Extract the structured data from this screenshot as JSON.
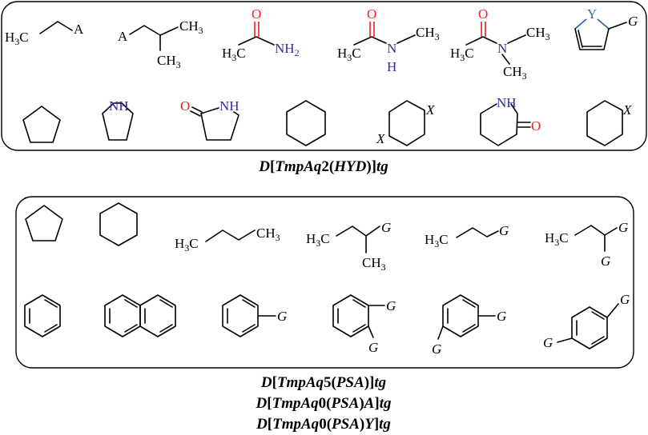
{
  "colors": {
    "black": "#000000",
    "red": "#e8201e",
    "blue": "#2b2fa0",
    "teal": "#2a6fa8"
  },
  "panel_top": {
    "row1": {
      "m1": {
        "h3c": "H",
        "h3c_sub": "3",
        "c": "C",
        "a": "A"
      },
      "m2": {
        "a": "A",
        "ch3_top": "CH",
        "ch3_top_sub": "3",
        "ch3_bot": "CH",
        "ch3_bot_sub": "3"
      },
      "m3": {
        "h3c": "H",
        "h3c_sub": "3",
        "c": "C",
        "o": "O",
        "nh2": "NH",
        "nh2_sub": "2"
      },
      "m4": {
        "h3c": "H",
        "h3c_sub": "3",
        "c": "C",
        "o": "O",
        "n": "N",
        "h": "H",
        "ch3": "CH",
        "ch3_sub": "3"
      },
      "m5": {
        "h3c": "H",
        "h3c_sub": "3",
        "c": "C",
        "o": "O",
        "n": "N",
        "ch3_right": "CH",
        "ch3_right_sub": "3",
        "ch3_down": "CH",
        "ch3_down_sub": "3"
      },
      "m6": {
        "y": "Y",
        "g": "G"
      }
    },
    "row2": {
      "pyrrolidine_nh": "NH",
      "lactam5_o": "O",
      "lactam5_nh": "NH",
      "x_top": "X",
      "x_bottom": "X",
      "lactam6_nh": "NH",
      "lactam6_o": "O",
      "x_single": "X"
    },
    "caption": {
      "d": "D",
      "open": "[",
      "tmpaq": "TmpAq",
      "num": "2(",
      "hyd": "HYD",
      "close": ")]",
      "tg": "tg"
    }
  },
  "panel_bottom": {
    "row1": {
      "butane": {
        "h3c": "H",
        "h3c_sub": "3",
        "c": "C",
        "ch3": "CH",
        "ch3_sub": "3"
      },
      "sec": {
        "h3c": "H",
        "h3c_sub": "3",
        "c": "C",
        "g": "G",
        "ch3": "CH",
        "ch3_sub": "3"
      },
      "propyl": {
        "h3c": "H",
        "h3c_sub": "3",
        "c": "C",
        "g": "G"
      },
      "gem": {
        "h3c": "H",
        "h3c_sub": "3",
        "c": "C",
        "g1": "G",
        "g2": "G"
      }
    },
    "row2": {
      "mono_g": "G",
      "ortho_g1": "G",
      "ortho_g2": "G",
      "meta_g1": "G",
      "meta_g2": "G",
      "para_g1": "G",
      "para_g2": "G"
    },
    "captions": [
      {
        "d": "D",
        "open": "[",
        "tmpaq": "TmpAq",
        "num": "5(",
        "mid": "PSA",
        "close": ")]",
        "tg": "tg"
      },
      {
        "d": "D",
        "open": "[",
        "tmpaq": "TmpAq",
        "num": "0(",
        "mid": "PSA",
        "close": ")",
        "end": "A",
        "bracket": "]",
        "tg": "tg"
      },
      {
        "d": "D",
        "open": "[",
        "tmpaq": "TmpAq",
        "num": "0(",
        "mid": "PSA",
        "close": ")",
        "end": "Y",
        "bracket": "]",
        "tg": "tg"
      }
    ]
  }
}
